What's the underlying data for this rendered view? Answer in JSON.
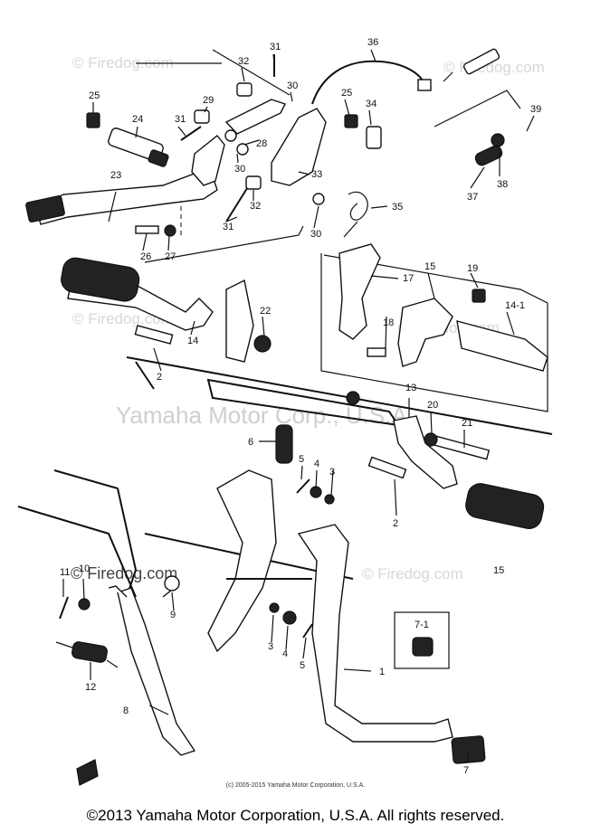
{
  "watermarks": {
    "small": "© Firedog.com",
    "center": "Yamaha Motor Corp., U.S.A."
  },
  "callouts": [
    "1",
    "2",
    "2",
    "3",
    "3",
    "4",
    "4",
    "5",
    "5",
    "6",
    "7",
    "7-1",
    "8",
    "9",
    "10",
    "11",
    "12",
    "13",
    "14",
    "14-1",
    "15",
    "15",
    "17",
    "18",
    "19",
    "20",
    "21",
    "22",
    "23",
    "24",
    "25",
    "25",
    "26",
    "27",
    "28",
    "29",
    "30",
    "30",
    "30",
    "31",
    "31",
    "31",
    "32",
    "32",
    "33",
    "34",
    "35",
    "36",
    "37",
    "38",
    "39"
  ],
  "sub_copyright": "(c) 2005-2015 Yamaha Motor Corporation, U.S.A.",
  "footer": "©2013 Yamaha Motor Corporation, U.S.A. All rights reserved."
}
